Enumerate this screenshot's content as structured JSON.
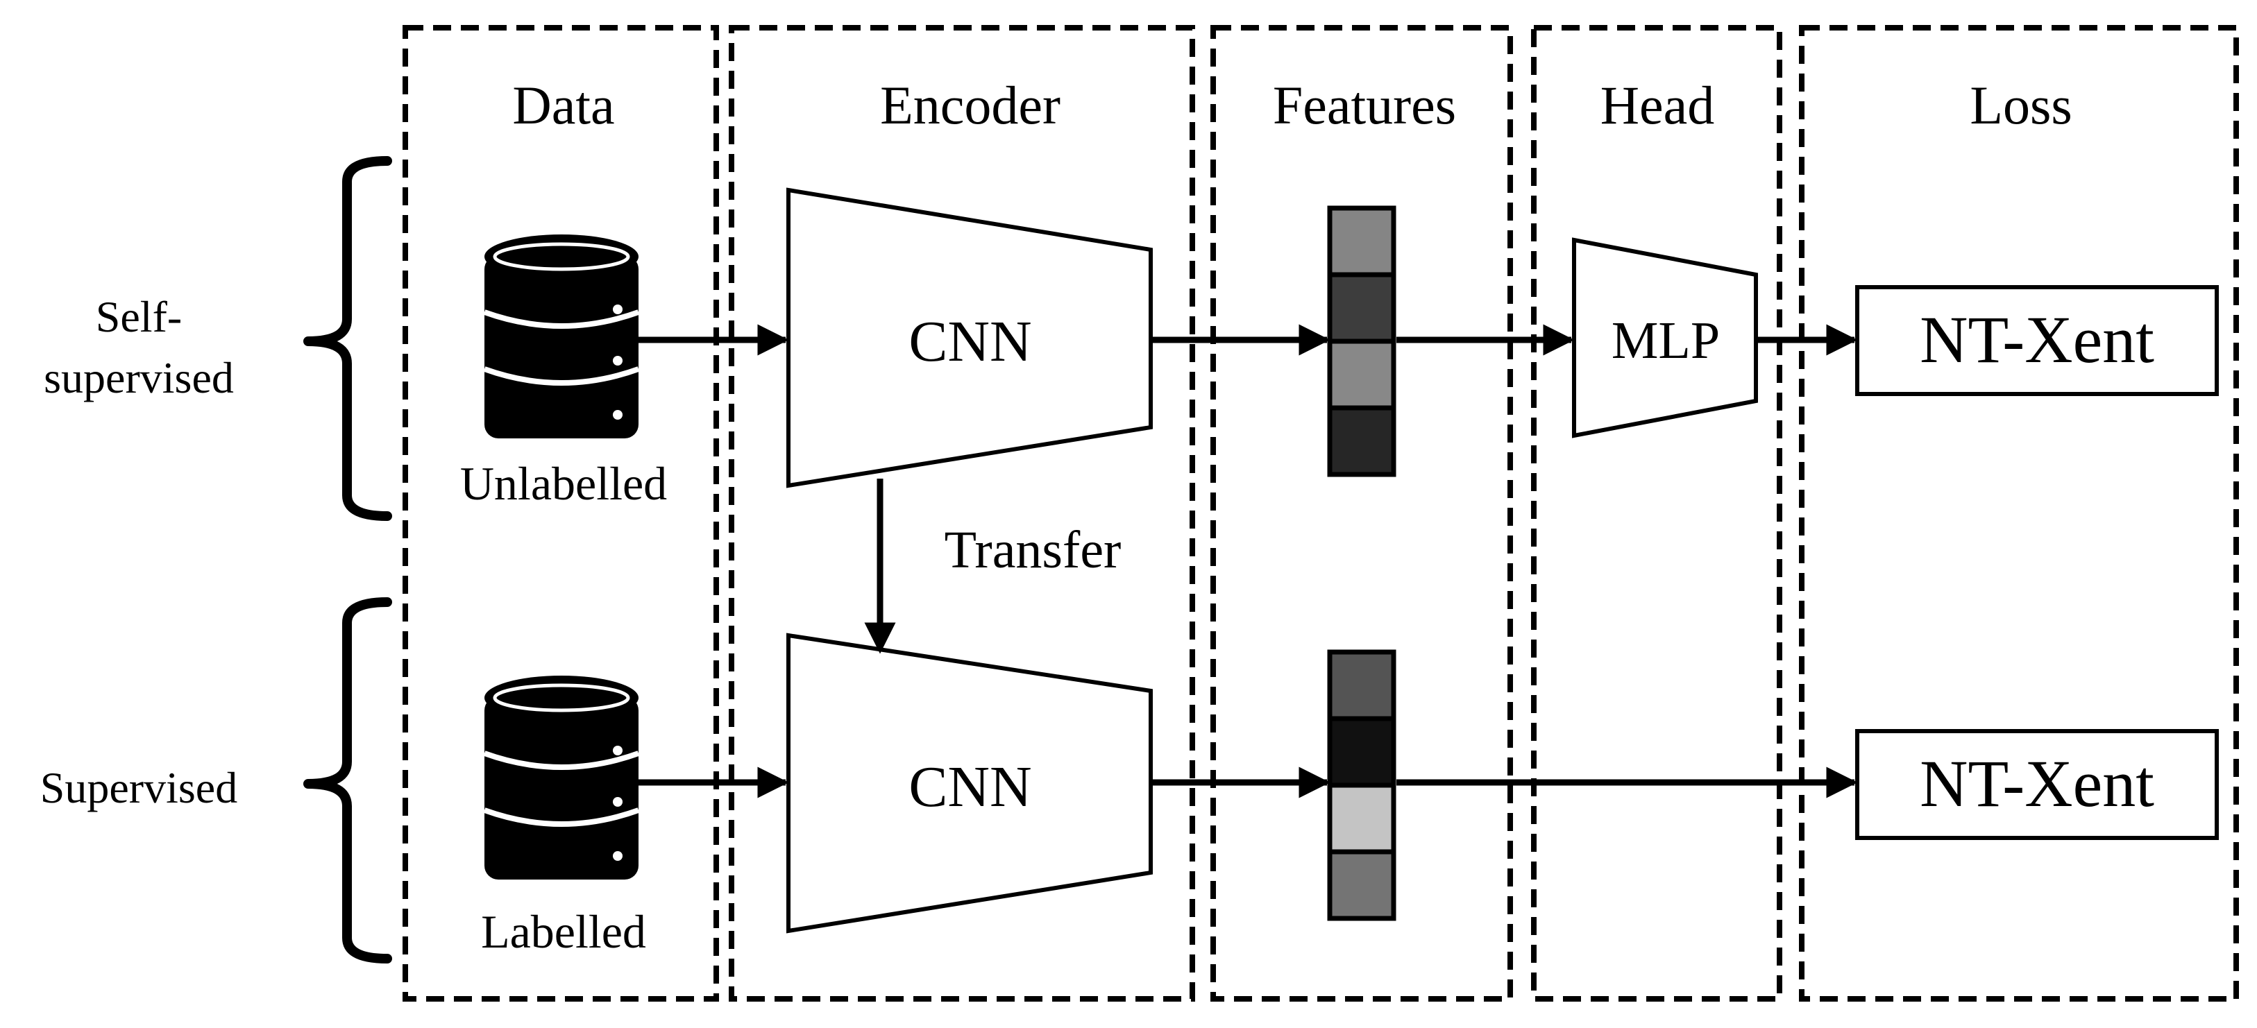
{
  "columns": {
    "data": "Data",
    "encoder": "Encoder",
    "features": "Features",
    "head": "Head",
    "loss": "Loss"
  },
  "rows": {
    "self_supervised_line1": "Self-",
    "self_supervised_line2": "supervised",
    "supervised": "Supervised"
  },
  "nodes": {
    "unlabelled": "Unlabelled",
    "labelled": "Labelled",
    "cnn_top": "CNN",
    "cnn_bottom": "CNN",
    "transfer": "Transfer",
    "mlp": "MLP",
    "loss_top": "NT-Xent",
    "loss_bottom": "NT-Xent"
  },
  "colors": {
    "stroke": "#000000",
    "feature_top": [
      "#858585",
      "#3d3d3d",
      "#888888",
      "#262626"
    ],
    "feature_bottom": [
      "#545454",
      "#111111",
      "#c4c4c4",
      "#747474"
    ]
  }
}
